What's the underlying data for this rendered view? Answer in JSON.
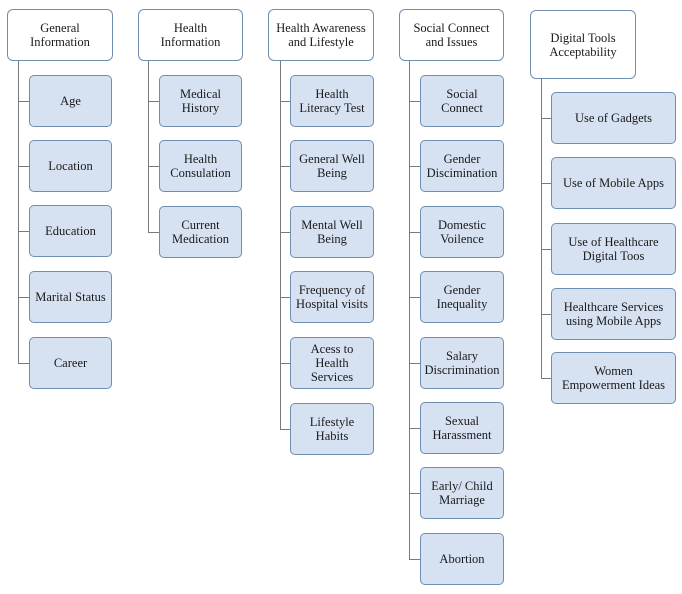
{
  "diagram": {
    "columns": [
      {
        "title": "General\nInformation",
        "items": [
          "Age",
          "Location",
          "Education",
          "Marital Status",
          "Career"
        ]
      },
      {
        "title": "Health\nInformation",
        "items": [
          "Medical\nHistory",
          "Health\nConsulation",
          "Current\nMedication"
        ]
      },
      {
        "title": "Health Awareness\nand Lifestyle",
        "items": [
          "Health\nLiteracy Test",
          "General Well\nBeing",
          "Mental Well\nBeing",
          "Frequency of\nHospital visits",
          "Acess to\nHealth\nServices",
          "Lifestyle\nHabits"
        ]
      },
      {
        "title": "Social Connect\nand Issues",
        "items": [
          "Social\nConnect",
          "Gender\nDiscimination",
          "Domestic\nVoilence",
          "Gender\nInequality",
          "Salary\nDiscrimination",
          "Sexual\nHarassment",
          "Early/ Child\nMarriage",
          "Abortion"
        ]
      },
      {
        "title": "Digital Tools\nAcceptability",
        "items": [
          "Use of Gadgets",
          "Use of Mobile  Apps",
          "Use of Healthcare\nDigital Toos",
          "Healthcare Services\nusing Mobile  Apps",
          "Women\nEmpowerment Ideas"
        ]
      }
    ]
  }
}
